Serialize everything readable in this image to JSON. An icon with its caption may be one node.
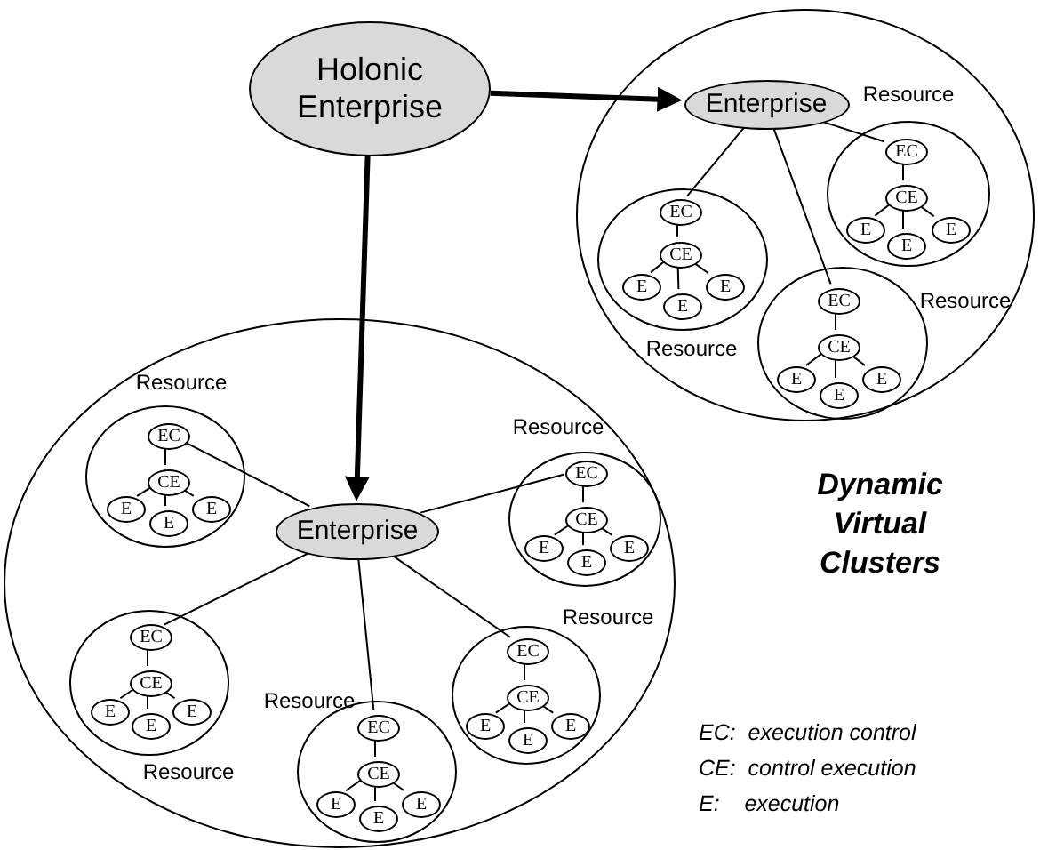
{
  "diagram": {
    "nodes": [
      {
        "text": [
          "Holonic Enterprise"
        ]
      },
      {
        "text": [],
        "shape": "circle"
      },
      {
        "text": [
          "Enterprise"
        ],
        "in": 1
      },
      {
        "text": [
          "Resource"
        ],
        "in": 1
      },
      {
        "text": [
          "EC"
        ],
        "in": 3
      },
      {
        "text": [
          "CE"
        ],
        "in": 3
      },
      {
        "text": [
          "E"
        ],
        "in": 3
      },
      {
        "text": [
          "E"
        ],
        "in": 3
      },
      {
        "text": [
          "E"
        ],
        "in": 3
      },
      {
        "text": [
          "Resource"
        ],
        "in": 1
      },
      {
        "text": [
          "EC"
        ],
        "in": 9
      },
      {
        "text": [
          "CE"
        ],
        "in": 9
      },
      {
        "text": [
          "E"
        ],
        "in": 9
      },
      {
        "text": [
          "E"
        ],
        "in": 9
      },
      {
        "text": [
          "E"
        ],
        "in": 9
      },
      {
        "text": [
          "Resource"
        ],
        "in": 1
      },
      {
        "text": [
          "EC"
        ],
        "in": 15
      },
      {
        "text": [
          "CE"
        ],
        "in": 15
      },
      {
        "text": [
          "E"
        ],
        "in": 15
      },
      {
        "text": [
          "E"
        ],
        "in": 15
      },
      {
        "text": [
          "E"
        ],
        "in": 15
      },
      {
        "text": [],
        "shape": "circle"
      },
      {
        "text": [
          "Resource"
        ],
        "in": 21
      },
      {
        "text": [
          "EC"
        ],
        "in": 22
      },
      {
        "text": [
          "CE"
        ],
        "in": 22
      },
      {
        "text": [
          "E"
        ],
        "in": 22
      },
      {
        "text": [
          "E"
        ],
        "in": 22
      },
      {
        "text": [
          "E"
        ],
        "in": 22
      },
      {
        "text": [
          "Resource"
        ],
        "in": 21
      },
      {
        "text": [
          "EC"
        ],
        "in": 28
      },
      {
        "text": [
          "CE"
        ],
        "in": 28
      },
      {
        "text": [
          "E"
        ],
        "in": 28
      },
      {
        "text": [
          "E"
        ],
        "in": 28
      },
      {
        "text": [
          "E"
        ],
        "in": 28
      },
      {
        "text": [
          "Enterprise"
        ],
        "in": 21
      },
      {
        "text": [
          "Resource"
        ],
        "in": 21
      },
      {
        "text": [
          "EC"
        ],
        "in": 35
      },
      {
        "text": [
          "CE"
        ],
        "in": 35
      },
      {
        "text": [
          "E"
        ],
        "in": 35
      },
      {
        "text": [
          "E"
        ],
        "in": 35
      },
      {
        "text": [
          "E"
        ],
        "in": 35
      },
      {
        "text": [
          "Resource"
        ],
        "in": 21
      },
      {
        "text": [
          "EC"
        ],
        "in": 41
      },
      {
        "text": [
          "CE"
        ],
        "in": 41
      },
      {
        "text": [
          "E"
        ],
        "in": 41
      },
      {
        "text": [
          "E"
        ],
        "in": 41
      },
      {
        "text": [
          "E"
        ],
        "in": 41
      },
      {
        "text": [
          "Resource"
        ],
        "in": 21
      },
      {
        "text": [
          "EC"
        ],
        "in": 47
      },
      {
        "text": [
          "CE"
        ],
        "in": 47
      },
      {
        "text": [
          "E"
        ],
        "in": 47
      },
      {
        "text": [
          "E"
        ],
        "in": 47
      },
      {
        "text": [
          "E"
        ],
        "in": 47
      }
    ],
    "edges": [
      {
        "from": 0,
        "to": 2,
        "arrow": "to",
        "style": "thick"
      },
      {
        "from": 0,
        "to": 34,
        "arrow": "to",
        "style": "thick"
      },
      {
        "from": 2,
        "to": 4,
        "arrow": "none"
      },
      {
        "from": 4,
        "to": 5,
        "arrow": "none"
      },
      {
        "from": 5,
        "to": 6,
        "arrow": "none"
      },
      {
        "from": 5,
        "to": 7,
        "arrow": "none"
      },
      {
        "from": 5,
        "to": 8,
        "arrow": "none"
      },
      {
        "from": 2,
        "to": 10,
        "arrow": "none"
      },
      {
        "from": 10,
        "to": 11,
        "arrow": "none"
      },
      {
        "from": 11,
        "to": 12,
        "arrow": "none"
      },
      {
        "from": 11,
        "to": 13,
        "arrow": "none"
      },
      {
        "from": 11,
        "to": 14,
        "arrow": "none"
      },
      {
        "from": 2,
        "to": 16,
        "arrow": "none"
      },
      {
        "from": 16,
        "to": 17,
        "arrow": "none"
      },
      {
        "from": 17,
        "to": 18,
        "arrow": "none"
      },
      {
        "from": 17,
        "to": 19,
        "arrow": "none"
      },
      {
        "from": 17,
        "to": 20,
        "arrow": "none"
      },
      {
        "from": 34,
        "to": 23,
        "arrow": "none"
      },
      {
        "from": 23,
        "to": 24,
        "arrow": "none"
      },
      {
        "from": 24,
        "to": 25,
        "arrow": "none"
      },
      {
        "from": 24,
        "to": 26,
        "arrow": "none"
      },
      {
        "from": 24,
        "to": 27,
        "arrow": "none"
      },
      {
        "from": 34,
        "to": 29,
        "arrow": "none"
      },
      {
        "from": 29,
        "to": 30,
        "arrow": "none"
      },
      {
        "from": 30,
        "to": 31,
        "arrow": "none"
      },
      {
        "from": 30,
        "to": 32,
        "arrow": "none"
      },
      {
        "from": 30,
        "to": 33,
        "arrow": "none"
      },
      {
        "from": 34,
        "to": 36,
        "arrow": "none"
      },
      {
        "from": 36,
        "to": 37,
        "arrow": "none"
      },
      {
        "from": 37,
        "to": 38,
        "arrow": "none"
      },
      {
        "from": 37,
        "to": 39,
        "arrow": "none"
      },
      {
        "from": 37,
        "to": 40,
        "arrow": "none"
      },
      {
        "from": 34,
        "to": 42,
        "arrow": "none"
      },
      {
        "from": 42,
        "to": 43,
        "arrow": "none"
      },
      {
        "from": 43,
        "to": 44,
        "arrow": "none"
      },
      {
        "from": 43,
        "to": 45,
        "arrow": "none"
      },
      {
        "from": 43,
        "to": 46,
        "arrow": "none"
      },
      {
        "from": 34,
        "to": 48,
        "arrow": "none"
      },
      {
        "from": 48,
        "to": 49,
        "arrow": "none"
      },
      {
        "from": 49,
        "to": 50,
        "arrow": "none"
      },
      {
        "from": 49,
        "to": 51,
        "arrow": "none"
      },
      {
        "from": 49,
        "to": 52,
        "arrow": "none"
      }
    ],
    "labels": [
      "Dynamic Virtual Clusters",
      "EC:  execution control",
      "CE:  control execution",
      "E:    execution"
    ]
  }
}
